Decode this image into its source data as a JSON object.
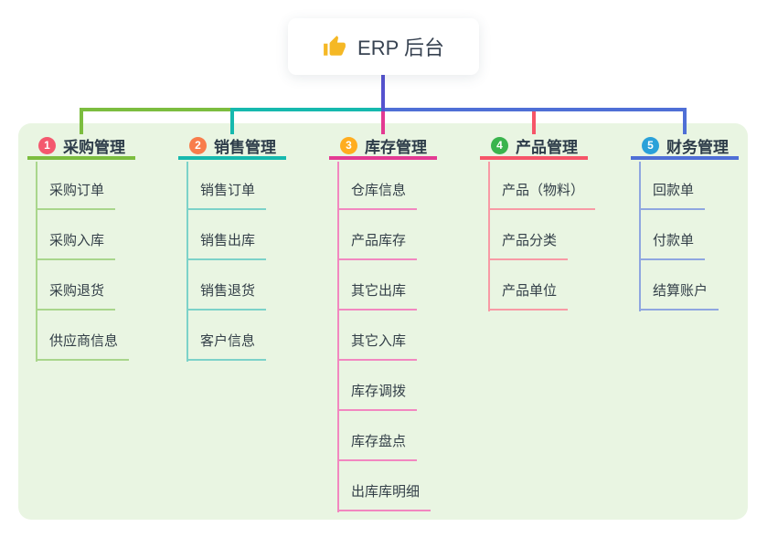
{
  "root": {
    "title": "ERP 后台",
    "icon": "thumbs-up-icon",
    "icon_color": "#f5b825",
    "connector_color": "#5552cf"
  },
  "canvas": {
    "page_bg": "#ffffff",
    "panel_bg": "#e9f5e2",
    "title_text_color": "#374251",
    "node_text_color": "#333f48"
  },
  "branches": [
    {
      "number": "1",
      "title": "采购管理",
      "badge_color": "#f4586e",
      "line_color": "#7cbd3f",
      "child_line_color": "#a9d68c",
      "children": [
        "采购订单",
        "采购入库",
        "采购退货",
        "供应商信息"
      ]
    },
    {
      "number": "2",
      "title": "销售管理",
      "badge_color": "#f87c4b",
      "line_color": "#16b9ae",
      "child_line_color": "#7cd2c9",
      "children": [
        "销售订单",
        "销售出库",
        "销售退货",
        "客户信息"
      ]
    },
    {
      "number": "3",
      "title": "库存管理",
      "badge_color": "#ffad1f",
      "line_color": "#e33a92",
      "child_line_color": "#f287c0",
      "children": [
        "仓库信息",
        "产品库存",
        "其它出库",
        "其它入库",
        "库存调拨",
        "库存盘点",
        "出库库明细"
      ]
    },
    {
      "number": "4",
      "title": "产品管理",
      "badge_color": "#3ab44d",
      "line_color": "#f65568",
      "child_line_color": "#f89aa5",
      "children": [
        "产品（物料）",
        "产品分类",
        "产品单位"
      ]
    },
    {
      "number": "5",
      "title": "财务管理",
      "badge_color": "#2aa1d9",
      "line_color": "#4f6fd6",
      "child_line_color": "#8fa6e0",
      "children": [
        "回款单",
        "付款单",
        "结算账户"
      ]
    }
  ]
}
